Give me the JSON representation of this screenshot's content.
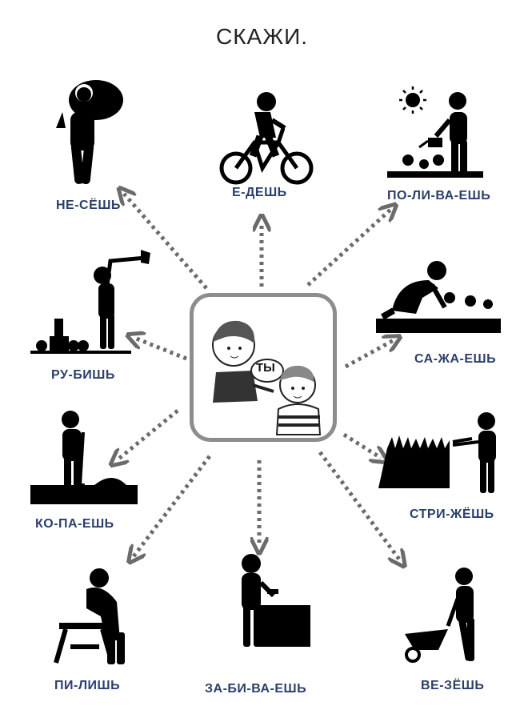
{
  "title": "СКАЖИ.",
  "center": {
    "bubble": "ТЫ"
  },
  "actions": {
    "nesesh": "НЕ-СЁШЬ",
    "edesh": "Е-ДЕШЬ",
    "polivaesh": "ПО-ЛИ-ВА-ЕШЬ",
    "rubish": "РУ-БИШЬ",
    "sazhaesh": "СА-ЖА-ЕШЬ",
    "kopaesh": "КО-ПА-ЕШЬ",
    "strizhesh": "СТРИ-ЖЁШЬ",
    "pilish": "ПИ-ЛИШЬ",
    "zabivaesh": "ЗА-БИ-ВА-ЕШЬ",
    "vezesh": "ВЕ-ЗЁШЬ"
  },
  "colors": {
    "label": "#2b3f6b",
    "arrow": "#6b6b6b",
    "frame": "#8d8d8d"
  }
}
